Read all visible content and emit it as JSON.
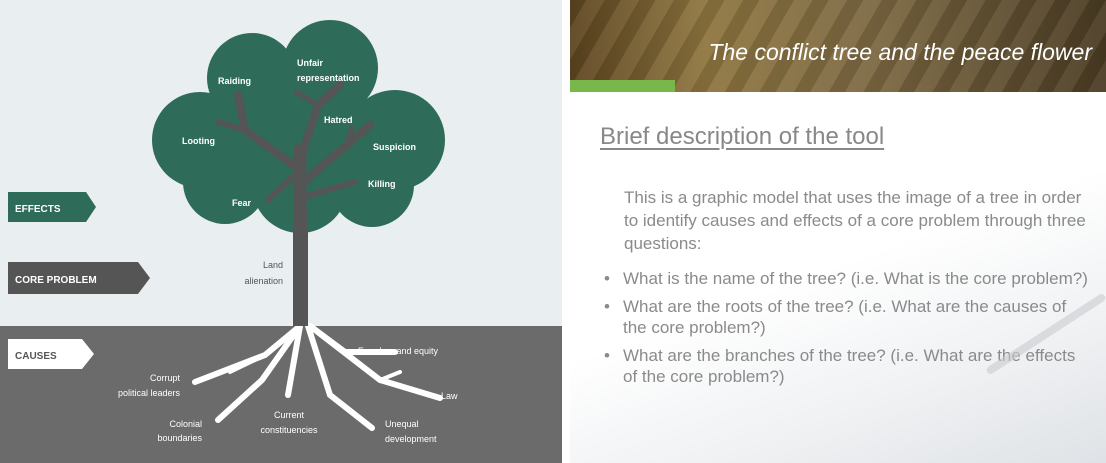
{
  "diagram": {
    "sections": {
      "effects": "EFFECTS",
      "core_problem": "CORE PROBLEM",
      "causes": "CAUSES"
    },
    "effects_labels": {
      "raiding": "Raiding",
      "unfair_line1": "Unfair",
      "unfair_line2": "representation",
      "hatred": "Hatred",
      "looting": "Looting",
      "suspicion": "Suspicion",
      "killing": "Killing",
      "fear": "Fear"
    },
    "core_labels": {
      "line1": "Land",
      "line2": "alienation"
    },
    "cause_labels": {
      "freedom": "Freedom and equity",
      "corrupt_line1": "Corrupt",
      "corrupt_line2": "political leaders",
      "law": "Law",
      "current_line1": "Current",
      "current_line2": "constituencies",
      "colonial_line1": "Colonial",
      "colonial_line2": "boundaries",
      "unequal_line1": "Unequal",
      "unequal_line2": "development"
    },
    "colors": {
      "foliage": "#2e6b59",
      "trunk": "#555555",
      "ground": "#6b6b6b",
      "background": "#e9eef0"
    }
  },
  "slide": {
    "title": "The conflict tree and the peace flower",
    "heading": "Brief description of the tool",
    "intro": "This is a graphic model that uses the image of a tree in order to identify causes and effects of a core problem through three questions:",
    "bullet_symbol": "•",
    "questions": [
      "What is the name of the tree? (i.e. What is the core problem?)",
      "What are the roots of the tree? (i.e. What are the causes of the core problem?)",
      "What are the branches of the tree? (i.e. What are the effects of the core problem?)"
    ],
    "accent_color": "#78b84a"
  }
}
